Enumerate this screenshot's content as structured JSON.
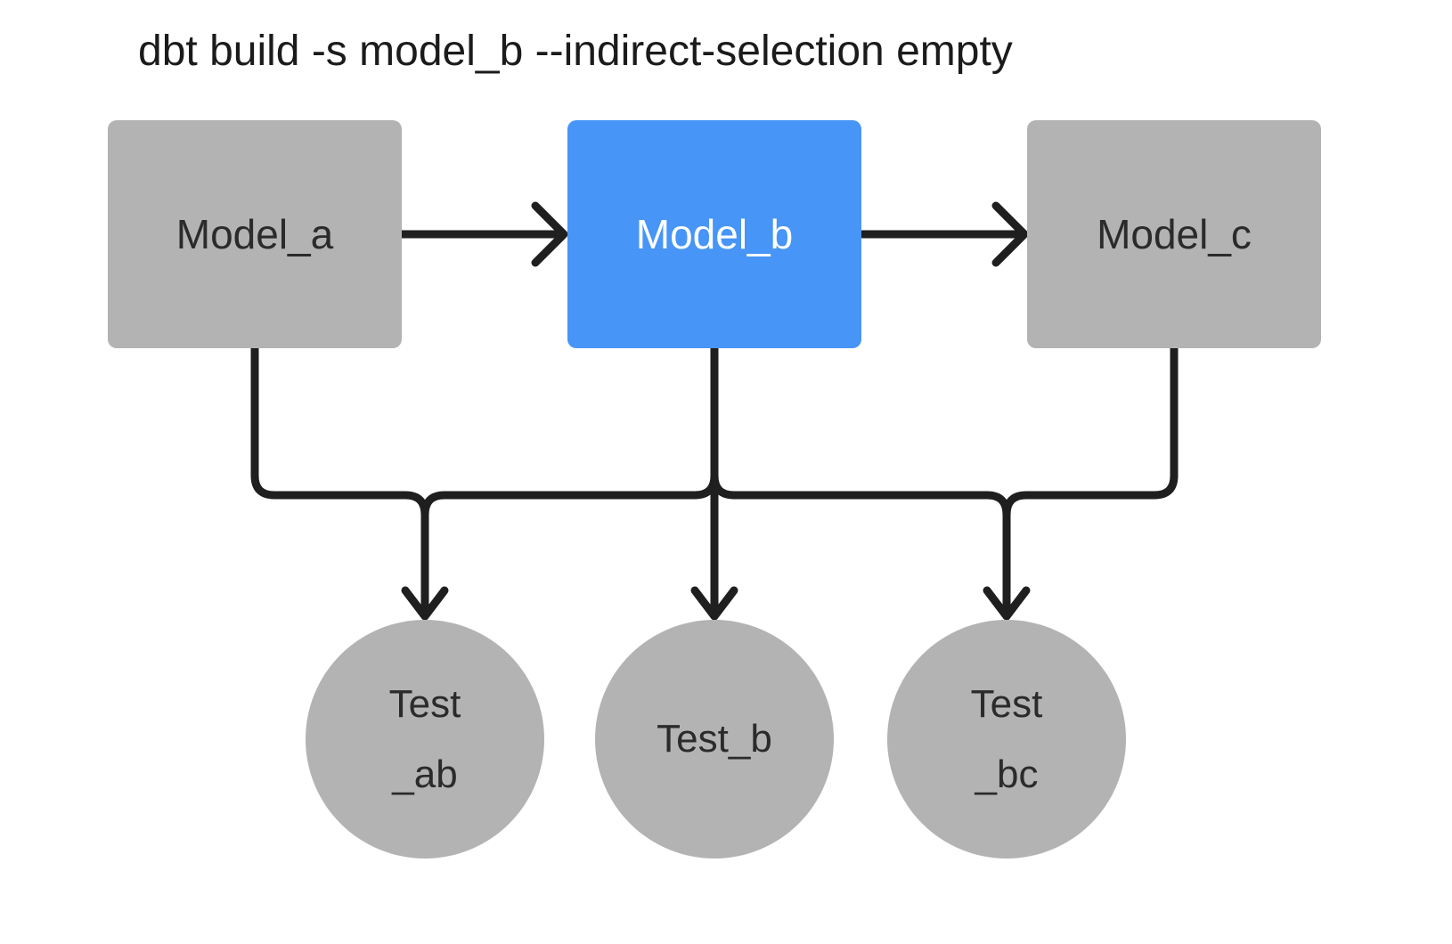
{
  "title": "dbt build -s model_b --indirect-selection empty",
  "colors": {
    "background": "#ffffff",
    "selected_node": "#4795f6",
    "unselected_node": "#b3b3b3",
    "edge": "#1f1f1f",
    "selected_text": "#ffffff",
    "node_text": "#2b2b2b",
    "title_text": "#1b1b1b"
  },
  "diagram": {
    "models": [
      {
        "id": "model_a",
        "label": "Model_a",
        "selected": false
      },
      {
        "id": "model_b",
        "label": "Model_b",
        "selected": true
      },
      {
        "id": "model_c",
        "label": "Model_c",
        "selected": false
      }
    ],
    "tests": [
      {
        "id": "test_ab",
        "lines": [
          "Test",
          "_ab"
        ]
      },
      {
        "id": "test_b",
        "lines": [
          "Test_b"
        ]
      },
      {
        "id": "test_bc",
        "lines": [
          "Test",
          "_bc"
        ]
      }
    ],
    "edges": [
      {
        "from": "model_a",
        "to": "model_b"
      },
      {
        "from": "model_b",
        "to": "model_c"
      },
      {
        "from": "model_a",
        "to": "test_ab"
      },
      {
        "from": "model_b",
        "to": "test_ab"
      },
      {
        "from": "model_b",
        "to": "test_b"
      },
      {
        "from": "model_b",
        "to": "test_bc"
      },
      {
        "from": "model_c",
        "to": "test_bc"
      }
    ]
  }
}
